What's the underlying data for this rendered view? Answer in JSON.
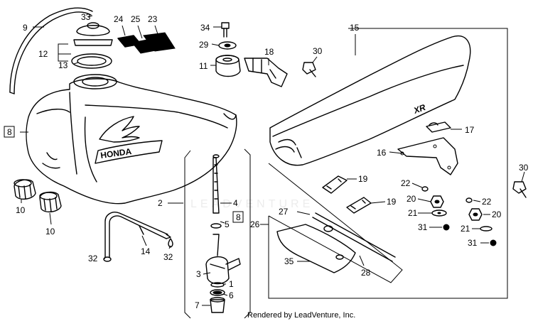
{
  "callouts": {
    "c9": "9",
    "c33": "33",
    "c24": "24",
    "c25": "25",
    "c23": "23",
    "c12": "12",
    "c13": "13",
    "c34": "34",
    "c29": "29",
    "c11": "11",
    "c18": "18",
    "c30a": "30",
    "c15": "15",
    "c8a": "8",
    "c17": "17",
    "c16": "16",
    "c30b": "30",
    "c10a": "10",
    "c10b": "10",
    "c2": "2",
    "c4": "4",
    "c8b": "8",
    "c5": "5",
    "c26": "26",
    "c19a": "19",
    "c19b": "19",
    "c22a": "22",
    "c20a": "20",
    "c22b": "22",
    "c27": "27",
    "c21a": "21",
    "c20b": "20",
    "c31a": "31",
    "c21b": "21",
    "c31b": "31",
    "c32a": "32",
    "c14": "14",
    "c32b": "32",
    "c35": "35",
    "c28": "28",
    "c3": "3",
    "c1": "1",
    "c6": "6",
    "c7": "7"
  },
  "tank_emblem_text": "HONDA",
  "seat_emblem_text": "XR",
  "credit": "Rendered by LeadVenture, Inc.",
  "watermark": "LEADVENTURE"
}
